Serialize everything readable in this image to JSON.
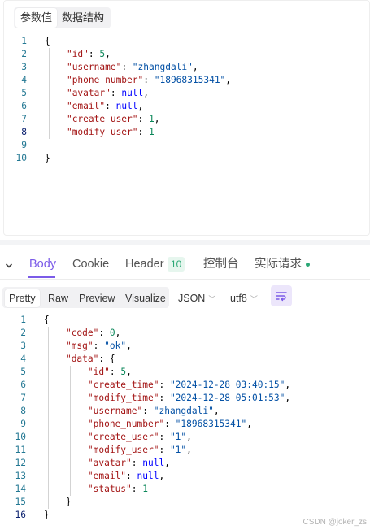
{
  "params_panel": {
    "tabs": [
      "参数值",
      "数据结构"
    ],
    "active_tab": "参数值",
    "lines": [
      [
        {
          "c": "p",
          "t": "{"
        }
      ],
      [
        {
          "c": "p",
          "t": "    "
        },
        {
          "c": "k",
          "t": "\"id\""
        },
        {
          "c": "p",
          "t": ": "
        },
        {
          "c": "n",
          "t": "5"
        },
        {
          "c": "p",
          "t": ","
        }
      ],
      [
        {
          "c": "p",
          "t": "    "
        },
        {
          "c": "k",
          "t": "\"username\""
        },
        {
          "c": "p",
          "t": ": "
        },
        {
          "c": "s",
          "t": "\"zhangdali\""
        },
        {
          "c": "p",
          "t": ","
        }
      ],
      [
        {
          "c": "p",
          "t": "    "
        },
        {
          "c": "k",
          "t": "\"phone_number\""
        },
        {
          "c": "p",
          "t": ": "
        },
        {
          "c": "s",
          "t": "\"18968315341\""
        },
        {
          "c": "p",
          "t": ","
        }
      ],
      [
        {
          "c": "p",
          "t": "    "
        },
        {
          "c": "k",
          "t": "\"avatar\""
        },
        {
          "c": "p",
          "t": ": "
        },
        {
          "c": "kw",
          "t": "null"
        },
        {
          "c": "p",
          "t": ","
        }
      ],
      [
        {
          "c": "p",
          "t": "    "
        },
        {
          "c": "k",
          "t": "\"email\""
        },
        {
          "c": "p",
          "t": ": "
        },
        {
          "c": "kw",
          "t": "null"
        },
        {
          "c": "p",
          "t": ","
        }
      ],
      [
        {
          "c": "p",
          "t": "    "
        },
        {
          "c": "k",
          "t": "\"create_user\""
        },
        {
          "c": "p",
          "t": ": "
        },
        {
          "c": "n",
          "t": "1"
        },
        {
          "c": "p",
          "t": ","
        }
      ],
      [
        {
          "c": "p",
          "t": "    "
        },
        {
          "c": "k",
          "t": "\"modify_user\""
        },
        {
          "c": "p",
          "t": ": "
        },
        {
          "c": "n",
          "t": "1"
        }
      ],
      [],
      [
        {
          "c": "p",
          "t": "}"
        }
      ]
    ],
    "current_line": 8
  },
  "response_tabs": {
    "items": [
      {
        "label": "Body",
        "active": true
      },
      {
        "label": "Cookie",
        "active": false
      },
      {
        "label": "Header",
        "active": false,
        "badge": "10"
      },
      {
        "label": "控制台",
        "active": false
      },
      {
        "label": "实际请求",
        "active": false,
        "dot": true
      }
    ],
    "collapse_icon": "chevron-down-icon"
  },
  "toolbar": {
    "views": [
      "Pretty",
      "Raw",
      "Preview",
      "Visualize"
    ],
    "active_view": "Pretty",
    "format": "JSON",
    "encoding": "utf8",
    "wrap_icon": "wrap-lines-icon"
  },
  "response": {
    "lines": [
      [
        {
          "c": "p",
          "t": "{"
        }
      ],
      [
        {
          "c": "p",
          "t": "    "
        },
        {
          "c": "k",
          "t": "\"code\""
        },
        {
          "c": "p",
          "t": ": "
        },
        {
          "c": "n",
          "t": "0"
        },
        {
          "c": "p",
          "t": ","
        }
      ],
      [
        {
          "c": "p",
          "t": "    "
        },
        {
          "c": "k",
          "t": "\"msg\""
        },
        {
          "c": "p",
          "t": ": "
        },
        {
          "c": "s",
          "t": "\"ok\""
        },
        {
          "c": "p",
          "t": ","
        }
      ],
      [
        {
          "c": "p",
          "t": "    "
        },
        {
          "c": "k",
          "t": "\"data\""
        },
        {
          "c": "p",
          "t": ": {"
        }
      ],
      [
        {
          "c": "p",
          "t": "        "
        },
        {
          "c": "k",
          "t": "\"id\""
        },
        {
          "c": "p",
          "t": ": "
        },
        {
          "c": "n",
          "t": "5"
        },
        {
          "c": "p",
          "t": ","
        }
      ],
      [
        {
          "c": "p",
          "t": "        "
        },
        {
          "c": "k",
          "t": "\"create_time\""
        },
        {
          "c": "p",
          "t": ": "
        },
        {
          "c": "s",
          "t": "\"2024-12-28 03:40:15\""
        },
        {
          "c": "p",
          "t": ","
        }
      ],
      [
        {
          "c": "p",
          "t": "        "
        },
        {
          "c": "k",
          "t": "\"modify_time\""
        },
        {
          "c": "p",
          "t": ": "
        },
        {
          "c": "s",
          "t": "\"2024-12-28 05:01:53\""
        },
        {
          "c": "p",
          "t": ","
        }
      ],
      [
        {
          "c": "p",
          "t": "        "
        },
        {
          "c": "k",
          "t": "\"username\""
        },
        {
          "c": "p",
          "t": ": "
        },
        {
          "c": "s",
          "t": "\"zhangdali\""
        },
        {
          "c": "p",
          "t": ","
        }
      ],
      [
        {
          "c": "p",
          "t": "        "
        },
        {
          "c": "k",
          "t": "\"phone_number\""
        },
        {
          "c": "p",
          "t": ": "
        },
        {
          "c": "s",
          "t": "\"18968315341\""
        },
        {
          "c": "p",
          "t": ","
        }
      ],
      [
        {
          "c": "p",
          "t": "        "
        },
        {
          "c": "k",
          "t": "\"create_user\""
        },
        {
          "c": "p",
          "t": ": "
        },
        {
          "c": "s",
          "t": "\"1\""
        },
        {
          "c": "p",
          "t": ","
        }
      ],
      [
        {
          "c": "p",
          "t": "        "
        },
        {
          "c": "k",
          "t": "\"modify_user\""
        },
        {
          "c": "p",
          "t": ": "
        },
        {
          "c": "s",
          "t": "\"1\""
        },
        {
          "c": "p",
          "t": ","
        }
      ],
      [
        {
          "c": "p",
          "t": "        "
        },
        {
          "c": "k",
          "t": "\"avatar\""
        },
        {
          "c": "p",
          "t": ": "
        },
        {
          "c": "kw",
          "t": "null"
        },
        {
          "c": "p",
          "t": ","
        }
      ],
      [
        {
          "c": "p",
          "t": "        "
        },
        {
          "c": "k",
          "t": "\"email\""
        },
        {
          "c": "p",
          "t": ": "
        },
        {
          "c": "kw",
          "t": "null"
        },
        {
          "c": "p",
          "t": ","
        }
      ],
      [
        {
          "c": "p",
          "t": "        "
        },
        {
          "c": "k",
          "t": "\"status\""
        },
        {
          "c": "p",
          "t": ": "
        },
        {
          "c": "n",
          "t": "1"
        }
      ],
      [
        {
          "c": "p",
          "t": "    }"
        }
      ],
      [
        {
          "c": "p",
          "t": "}"
        }
      ]
    ],
    "current_line": 16
  },
  "watermark": "CSDN @joker_zs",
  "colors": {
    "accent": "#7b5be8",
    "key": "#a31515",
    "string": "#0451a5",
    "number": "#098658",
    "null": "#0000ff",
    "line_number": "#237893",
    "badge": "#2aa775"
  }
}
